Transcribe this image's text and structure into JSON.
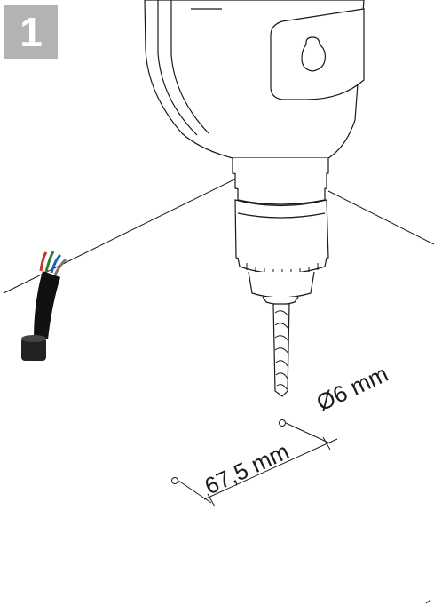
{
  "step": {
    "number": "1"
  },
  "dimensions": {
    "hole_diameter": "Ø6 mm",
    "hole_spacing": "67,5 mm"
  },
  "colors": {
    "badge": "#b3b3b3",
    "line": "#1a1a1a",
    "cable": "#111111"
  },
  "icons": {
    "drill": "power-drill-icon",
    "cable": "cable-icon"
  }
}
